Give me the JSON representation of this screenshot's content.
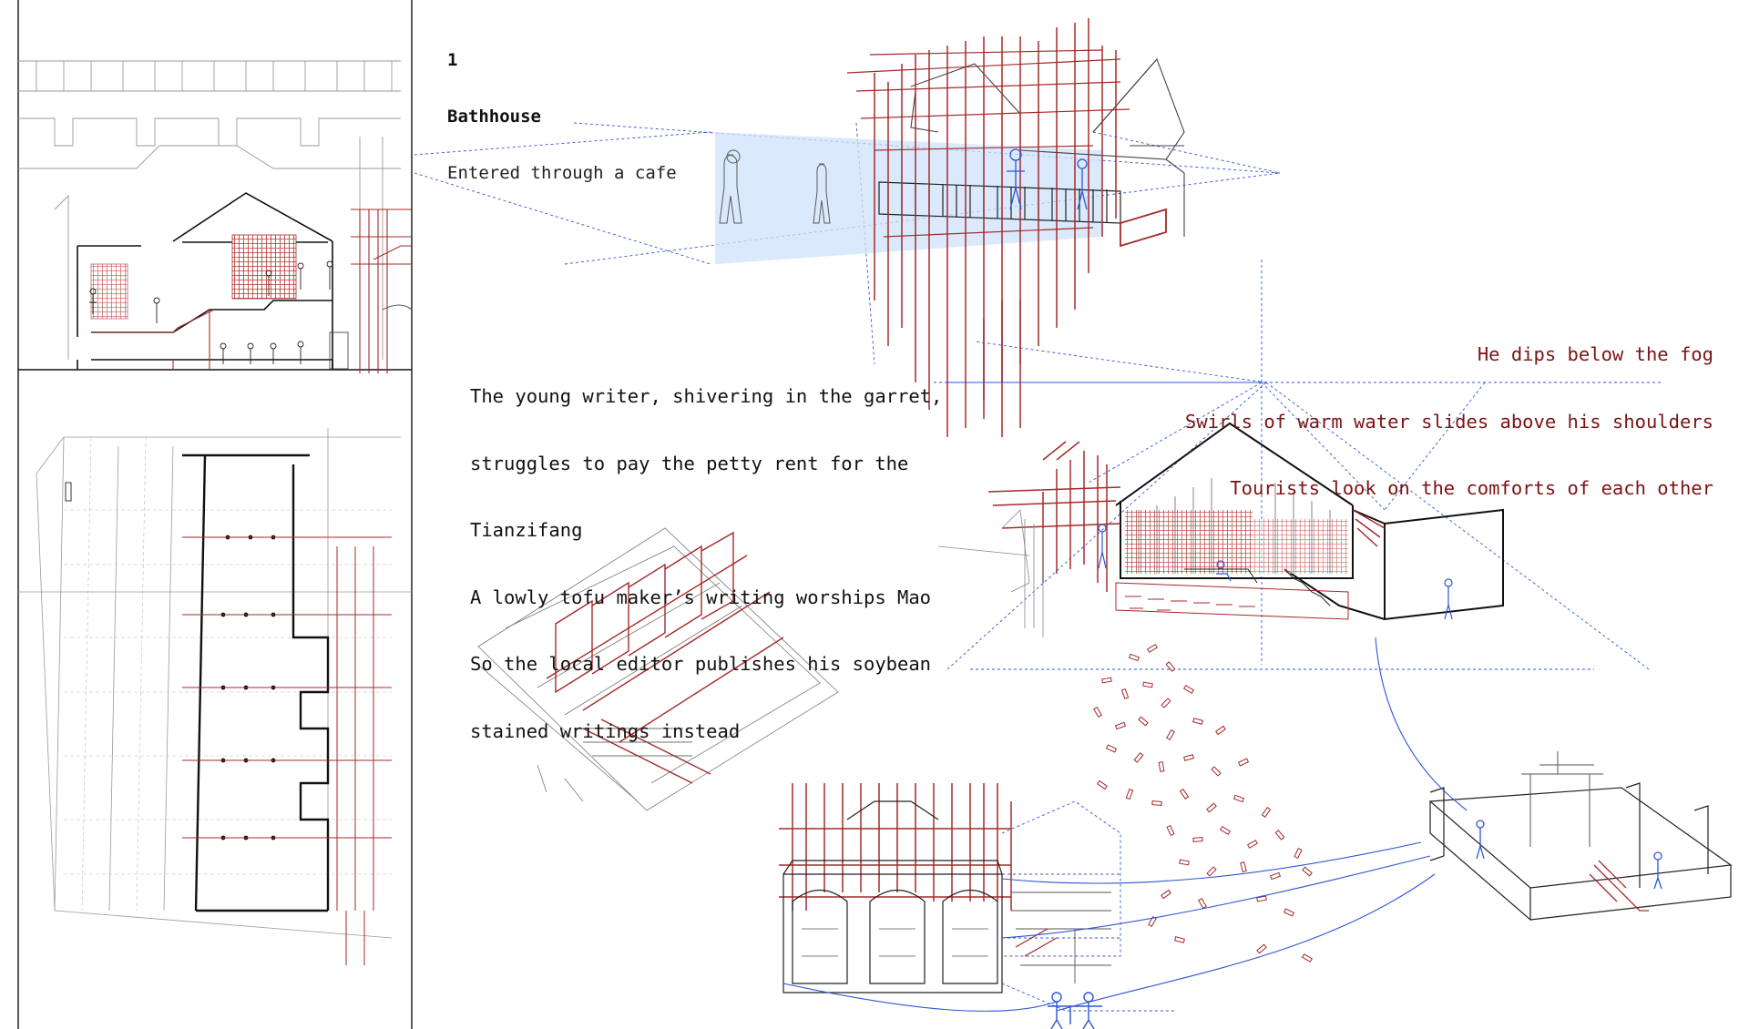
{
  "header": {
    "number": "1",
    "title": "Bathhouse",
    "subtitle": "Entered through a cafe"
  },
  "poem_black": {
    "lines": [
      "The young writer, shivering in the garret,",
      "struggles to pay the petty rent for the",
      "Tianzifang",
      "A lowly tofu maker’s writing worships Mao",
      "So the local editor publishes his soybean",
      "stained writings instead"
    ]
  },
  "poem_red": {
    "lines": [
      "He dips below the fog",
      "Swirls of warm water slides above his shoulders",
      "Tourists look on the comforts of each other"
    ]
  },
  "colors": {
    "ink": "#111111",
    "red_structure": "#a52a2a",
    "blue_projection": "#2f55d4",
    "blue_fill": "#cfe1fb",
    "grey_context": "#9a9a9a"
  }
}
